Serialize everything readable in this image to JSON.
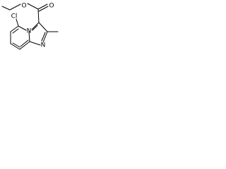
{
  "molecule": {
    "atoms": {
      "ester_carbonyl_o": "O",
      "ester_ether_o": "O",
      "chlorine": "Cl",
      "ring_n_bridgehead": "N",
      "ring_n_imidazole": "N"
    }
  },
  "colors": {
    "bond": "#000000",
    "background": "#ffffff"
  }
}
